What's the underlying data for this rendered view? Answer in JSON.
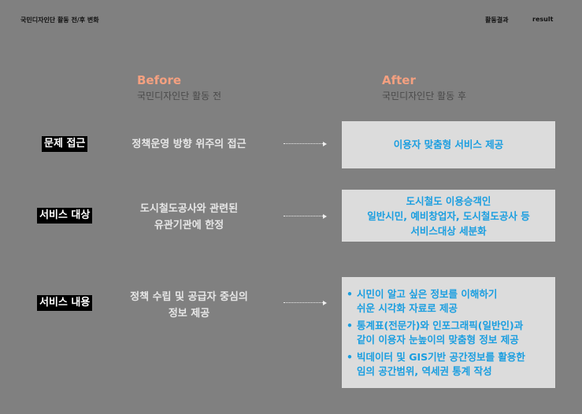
{
  "header": {
    "title": "국민디자인단 활동 전/후 변화",
    "section": "활동결과",
    "section_en": "result"
  },
  "before": {
    "title": "Before",
    "subtitle": "국민디자인단 활동 전"
  },
  "after": {
    "title": "After",
    "subtitle": "국민디자인단 활동 후"
  },
  "rows": [
    {
      "label": "문제 접근",
      "before": [
        "정책운영 방향 위주의 접근"
      ],
      "after": [
        "이용자 맞춤형 서비스 제공"
      ]
    },
    {
      "label": "서비스 대상",
      "before": [
        "도시철도공사와 관련된",
        "유관기관에 한정"
      ],
      "after": [
        "도시철도 이용승객인",
        "일반시민, 예비창업자, 도시철도공사 등",
        "서비스대상 세분화"
      ]
    },
    {
      "label": "서비스 내용",
      "before": [
        "정책 수립 및 공급자 중심의",
        "정보 제공"
      ],
      "after_bullets": [
        [
          "시민이 알고 싶은 정보를 이해하기",
          "쉬운 시각화 자료로 제공"
        ],
        [
          "통계표(전문가)와 인포그래픽(일반인)과",
          "같이 이용자 눈높이의 맞춤형 정보 제공"
        ],
        [
          "빅데이터 및 GIS기반 공간정보를 활용한",
          "임의 공간범위, 역세권 통계 작성"
        ]
      ],
      "bullet": "•"
    }
  ],
  "colors": {
    "background": "#808080",
    "accent": "#f4a080",
    "after_text": "#1a9ee0",
    "box": "#dcdcdc"
  }
}
